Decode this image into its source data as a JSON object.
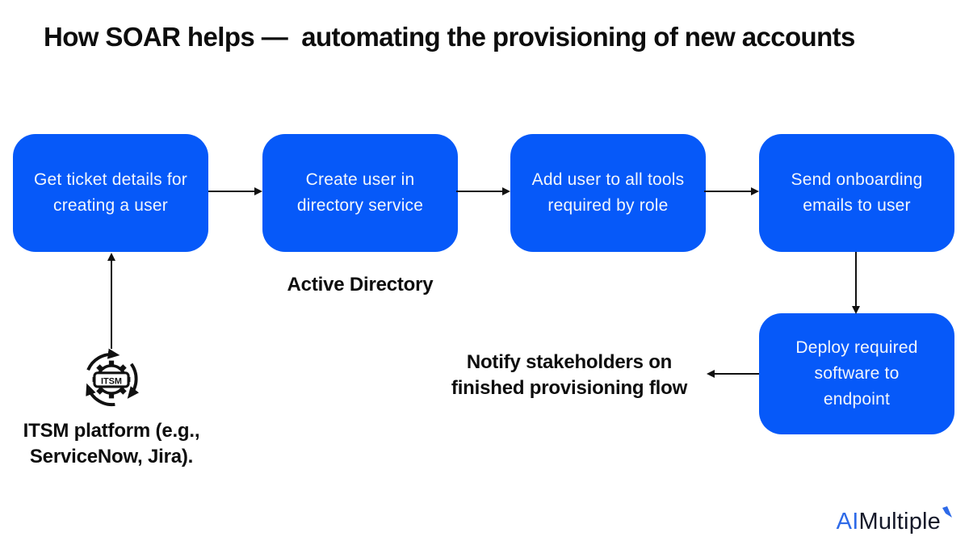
{
  "title": "How SOAR helps —  automating the provisioning of new accounts",
  "colors": {
    "box-blue": "#0659f9",
    "box-text": "#f2f6fc",
    "ink": "#0d0d0d",
    "logo-blue": "#2e6ae8",
    "logo-ink": "#141829"
  },
  "flow": {
    "boxes": [
      {
        "label": "Get ticket details for\ncreating a user"
      },
      {
        "label": "Create user in\ndirectory service"
      },
      {
        "label": "Add user to all tools\nrequired by role"
      },
      {
        "label": "Send onboarding\nemails to user"
      },
      {
        "label": "Deploy required\nsoftware to\nendpoint"
      }
    ],
    "annotations": {
      "active_directory": "Active Directory",
      "itsm_caption": "ITSM platform (e.g.,\nServiceNow, Jira).",
      "notify": "Notify stakeholders on\nfinished provisioning flow"
    },
    "itsm_icon_text": "ITSM"
  },
  "branding": {
    "logo_part1": "AI",
    "logo_part2": "Multiple"
  }
}
